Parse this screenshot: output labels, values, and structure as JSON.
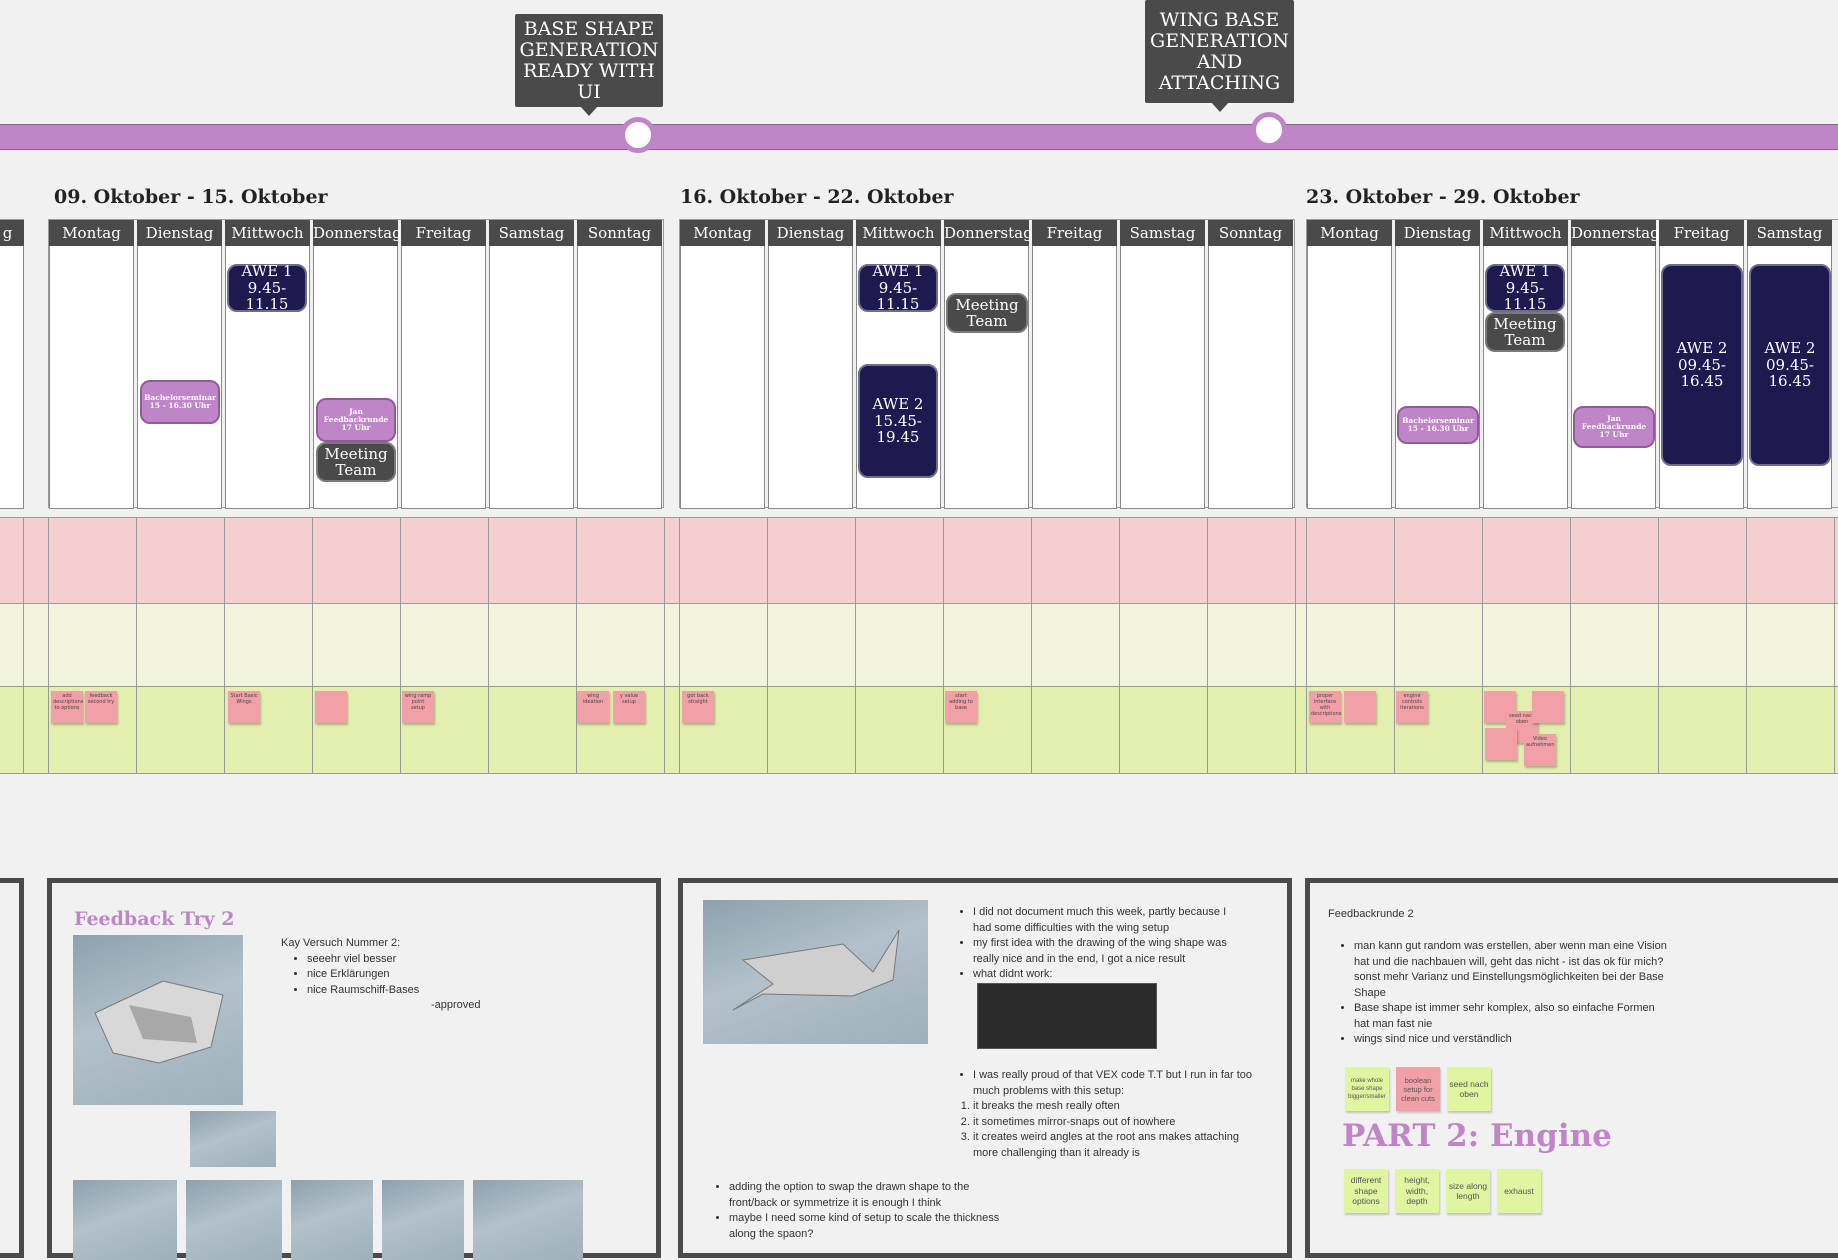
{
  "milestones": [
    {
      "label": "BASE SHAPE GENERATION READY WITH UI"
    },
    {
      "label": "WING BASE GENERATION AND ATTACHING"
    }
  ],
  "weeks": [
    {
      "title": "09. Oktober - 15. Oktober"
    },
    {
      "title": "16. Oktober - 22. Oktober"
    },
    {
      "title": "23. Oktober - 29. Oktober"
    }
  ],
  "days": [
    "Montag",
    "Dienstag",
    "Mittwoch",
    "Donnerstag",
    "Freitag",
    "Samstag",
    "Sonntag"
  ],
  "events": {
    "awe1": "AWE 1\n9.45-11.15",
    "awe2_w2": "AWE 2\n15.45-19.45",
    "awe2_w3": "AWE 2\n09.45-16.45",
    "meeting": "Meeting\nTeam",
    "bachelor": "Bachelorseminar\n15 - 16.30 Uhr",
    "jan": "Jan Feedbackrunde\n17 Uhr"
  },
  "stickies": {
    "w1": [
      "add descriptions to options",
      "feedback second try",
      "Start Basic Wings",
      "",
      "wing ramp point setup",
      "wing ideation",
      "y value setup"
    ],
    "w2": [
      "got back straight",
      "start adding to base"
    ],
    "w3": [
      "proper interface with descriptions",
      "",
      "engine controls iterations",
      "",
      "seed nach oben",
      "",
      "Video aufnehmen",
      ""
    ]
  },
  "doc1": {
    "title": "Feedback Try 2",
    "intro": "Kay Versuch Nummer 2:",
    "items": [
      "seeehr viel besser",
      "nice Erklärungen",
      "nice Raumschiff-Bases"
    ],
    "approved": "-approved"
  },
  "doc2": {
    "items1": [
      "I did not document much this week, partly because I had some difficulties with the wing setup",
      "my first idea with the drawing of the wing shape was really nice and in the end, I got a nice result",
      "what didnt work:"
    ],
    "proud": "I was really proud of that VEX code T.T but I run in far too much problems with this setup:",
    "problems": [
      "it breaks the mesh really often",
      "it sometimes mirror-snaps out of nowhere",
      "it creates weird angles at the root ans makes attaching more challenging than it already is"
    ],
    "items2": [
      "adding the option to swap the drawn shape to the front/back or symmetrize it is enough I think",
      "maybe I need some kind of setup to scale the thickness along the spaon?"
    ]
  },
  "doc3": {
    "title": "Feedbackrunde 2",
    "items": [
      "man kann gut random was erstellen, aber wenn man eine Vision hat und die nachbauen will, geht das nicht - ist das ok für mich? sonst mehr Varianz und Einstellungsmöglichkeiten bei der Base Shape",
      "Base shape ist immer sehr komplex, also so einfache Formen hat man fast nie",
      "wings sind nice und verständlich"
    ],
    "stickies1": [
      "make whole base shape bigger/smaller",
      "boolean setup for clean cuts",
      "seed nach oben"
    ],
    "part2": "PART 2: Engine",
    "stickies2": [
      "different shape options",
      "height, width, depth",
      "size along length",
      "exhaust"
    ]
  }
}
